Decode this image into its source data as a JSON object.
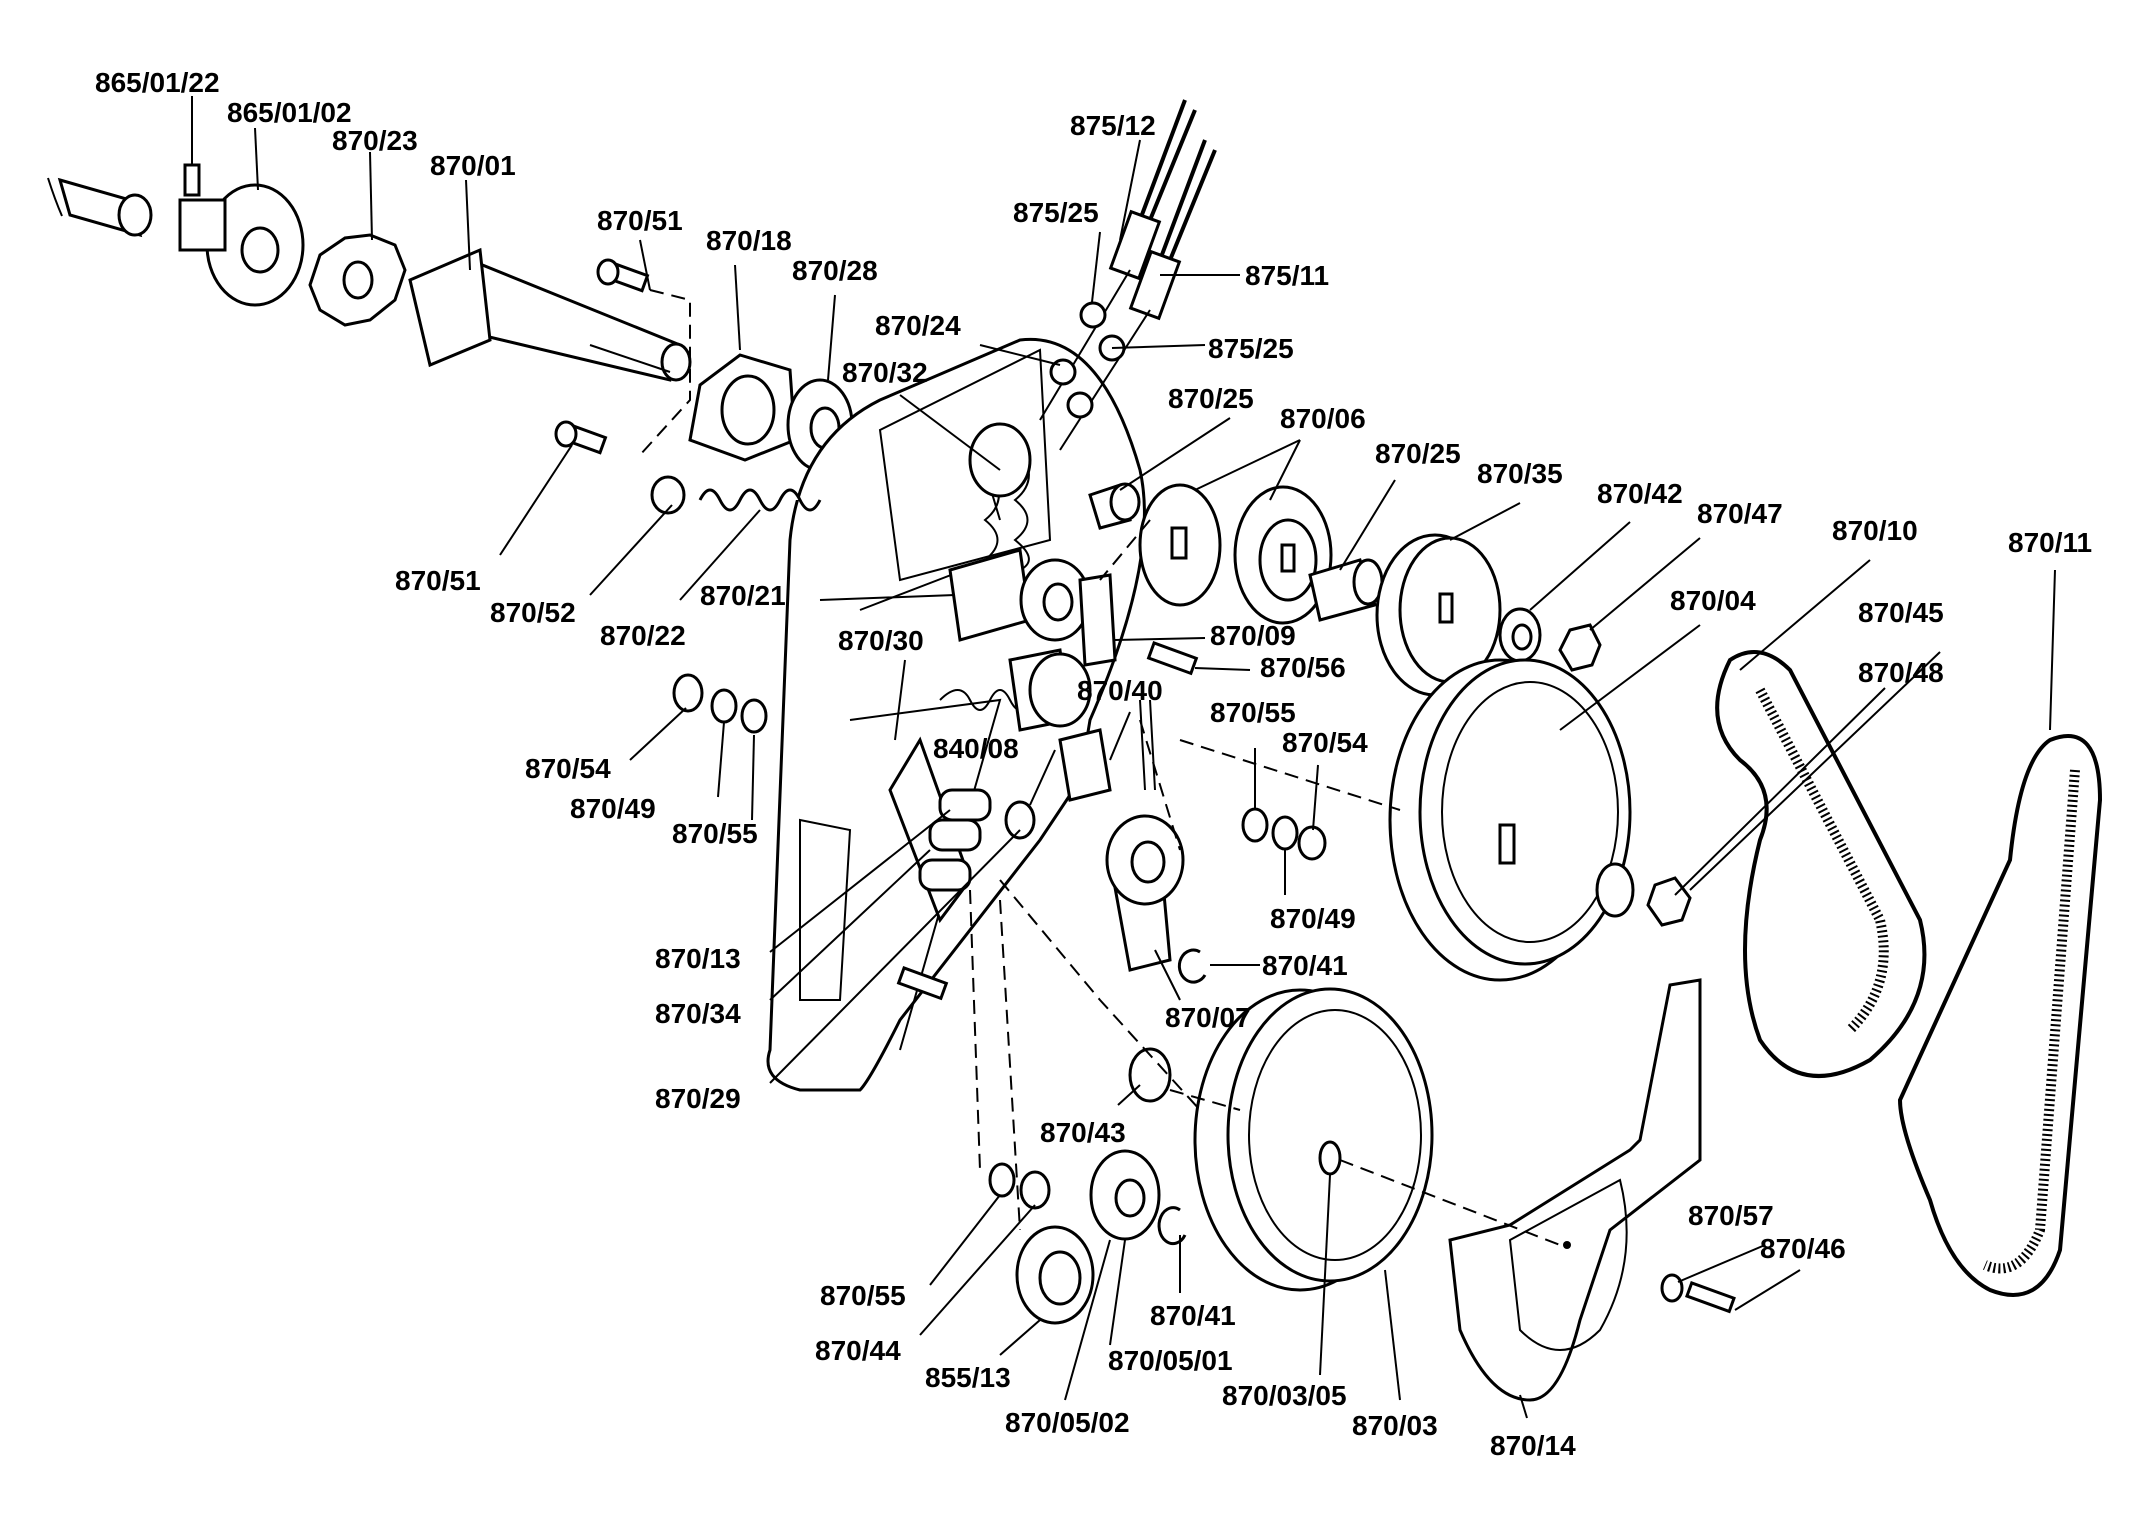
{
  "parts": [
    {
      "id": "p1",
      "text": "865/01/22"
    },
    {
      "id": "p2",
      "text": "865/01/02"
    },
    {
      "id": "p3",
      "text": "870/23"
    },
    {
      "id": "p4",
      "text": "870/01"
    },
    {
      "id": "p5",
      "text": "870/51"
    },
    {
      "id": "p6",
      "text": "870/18"
    },
    {
      "id": "p7",
      "text": "870/28"
    },
    {
      "id": "p8",
      "text": "875/12"
    },
    {
      "id": "p9",
      "text": "875/25"
    },
    {
      "id": "p10",
      "text": "875/11"
    },
    {
      "id": "p11",
      "text": "870/24"
    },
    {
      "id": "p12",
      "text": "875/25"
    },
    {
      "id": "p13",
      "text": "870/32"
    },
    {
      "id": "p14",
      "text": "870/25"
    },
    {
      "id": "p15",
      "text": "870/06"
    },
    {
      "id": "p16",
      "text": "870/25"
    },
    {
      "id": "p17",
      "text": "870/35"
    },
    {
      "id": "p18",
      "text": "870/42"
    },
    {
      "id": "p19",
      "text": "870/47"
    },
    {
      "id": "p20",
      "text": "870/10"
    },
    {
      "id": "p21",
      "text": "870/11"
    },
    {
      "id": "p22",
      "text": "870/51"
    },
    {
      "id": "p23",
      "text": "870/52"
    },
    {
      "id": "p24",
      "text": "870/22"
    },
    {
      "id": "p25",
      "text": "870/21"
    },
    {
      "id": "p26",
      "text": "870/04"
    },
    {
      "id": "p27",
      "text": "870/45"
    },
    {
      "id": "p28",
      "text": "870/09"
    },
    {
      "id": "p29",
      "text": "870/30"
    },
    {
      "id": "p30",
      "text": "870/56"
    },
    {
      "id": "p31",
      "text": "870/48"
    },
    {
      "id": "p32",
      "text": "870/40"
    },
    {
      "id": "p33",
      "text": "840/08"
    },
    {
      "id": "p34",
      "text": "870/55"
    },
    {
      "id": "p35",
      "text": "870/54"
    },
    {
      "id": "p36",
      "text": "870/54"
    },
    {
      "id": "p37",
      "text": "870/49"
    },
    {
      "id": "p38",
      "text": "870/55"
    },
    {
      "id": "p39",
      "text": "870/49"
    },
    {
      "id": "p40",
      "text": "870/13"
    },
    {
      "id": "p41",
      "text": "870/41"
    },
    {
      "id": "p42",
      "text": "870/34"
    },
    {
      "id": "p43",
      "text": "870/07"
    },
    {
      "id": "p44",
      "text": "870/29"
    },
    {
      "id": "p45",
      "text": "870/43"
    },
    {
      "id": "p46",
      "text": "870/57"
    },
    {
      "id": "p47",
      "text": "870/46"
    },
    {
      "id": "p48",
      "text": "870/55"
    },
    {
      "id": "p49",
      "text": "870/41"
    },
    {
      "id": "p50",
      "text": "870/44"
    },
    {
      "id": "p51",
      "text": "855/13"
    },
    {
      "id": "p52",
      "text": "870/05/01"
    },
    {
      "id": "p53",
      "text": "870/03/05"
    },
    {
      "id": "p54",
      "text": "870/05/02"
    },
    {
      "id": "p55",
      "text": "870/03"
    },
    {
      "id": "p56",
      "text": "870/14"
    }
  ]
}
